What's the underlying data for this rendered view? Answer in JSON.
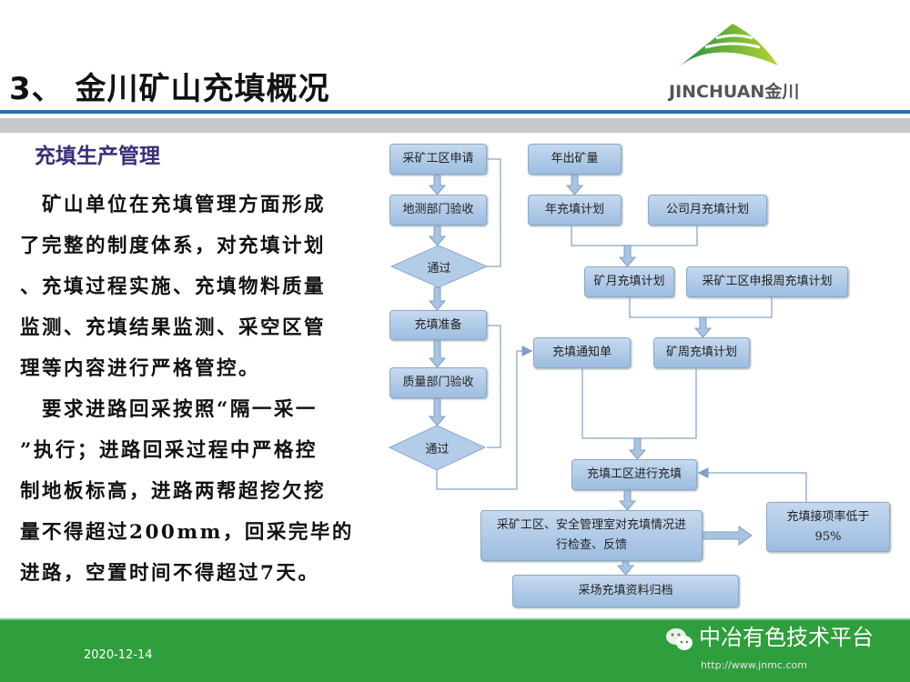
{
  "header": {
    "title": "3、 金川矿山充填概况",
    "logo_text": "JINCHUAN金川"
  },
  "section": {
    "subtitle": "充填生产管理",
    "lines": [
      "　矿山单位在充填管理方面形成",
      "了完整的制度体系，对充填计划",
      "、充填过程实施、充填物料质量",
      "监测、充填结果监测、采空区管",
      "理等内容进行严格管控。",
      "　要求进路回采按照“隔一采一",
      "”执行；进路回采过程中严格控",
      "制地板标高，进路两帮超挖欠挖",
      "量不得超过200mm，回采完毕的",
      "进路，空置时间不得超过7天。"
    ]
  },
  "flow": {
    "apply": "采矿工区申请",
    "survey": "地测部门验收",
    "pass1": "通过",
    "prep": "充填准备",
    "quality": "质量部门验收",
    "pass2": "通过",
    "annual_ore": "年出矿量",
    "annual_plan": "年充填计划",
    "company_month": "公司月充填计划",
    "mine_month": "矿月充填计划",
    "weekly_report": "采矿工区申报周充填计划",
    "notice": "充填通知单",
    "mine_week": "矿周充填计划",
    "execute": "充填工区进行充填",
    "inspect": "采矿工区、安全管理室对充填情况进行检查、反馈",
    "low_rate": "充填接项率低于95%",
    "archive": "采场充填资料归档"
  },
  "footer": {
    "date": "2020-12-14",
    "watermark": "中冶有色技术平台",
    "url": "http://www.jnmc.com"
  }
}
